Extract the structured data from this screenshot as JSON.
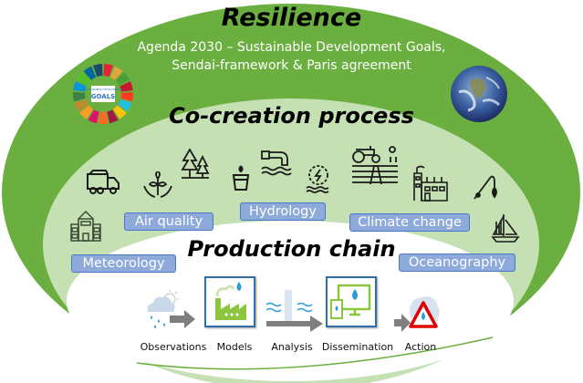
{
  "resilience": {
    "title": "Resilience",
    "subtitle_line1": "Agenda 2030 – Sustainable Development Goals,",
    "subtitle_line2": "Sendai-framework & Paris agreement",
    "sdg_logo_text": "GOALS",
    "sdg_logo_small": "SUSTAINABLE DEVELOPMENT",
    "icons": [
      "sdg-wheel-icon",
      "earth-globe-icon"
    ]
  },
  "cocreation": {
    "title": "Co-creation process",
    "icons": [
      "delivery-truck-icon",
      "plant-in-hands-icon",
      "pine-trees-icon",
      "water-glass-icon",
      "outflow-pipe-icon",
      "hydropower-gear-icon",
      "tractor-farm-icon",
      "factory-icon",
      "fishing-rod-icon",
      "sailboat-icon",
      "building-icon"
    ]
  },
  "domains": {
    "air_quality": "Air quality",
    "hydrology": "Hydrology",
    "climate_change": "Climate change",
    "meteorology": "Meteorology",
    "oceanography": "Oceanography"
  },
  "production": {
    "title": "Production chain",
    "steps": [
      {
        "label": "Observations",
        "icon": "rain-cloud-sun-icon"
      },
      {
        "label": "Models",
        "icon": "factory-water-drop-icon"
      },
      {
        "label": "Analysis",
        "icon": "water-level-gauge-icon"
      },
      {
        "label": "Dissemination",
        "icon": "monitor-phone-drop-icon"
      },
      {
        "label": "Action",
        "icon": "warning-triangle-drop-icon"
      }
    ]
  },
  "colors": {
    "outer_green": "#6aaf3f",
    "inner_green": "#c5e0b3",
    "tag_fill": "#8eaadb",
    "tag_border": "#4a78c6",
    "arrow_gray": "#7f7f7f",
    "accent_blue": "#2e9bd6"
  }
}
